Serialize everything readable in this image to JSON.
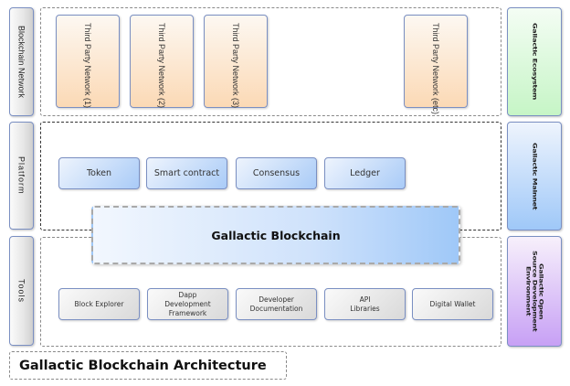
{
  "title": "Gallactic Blockchain Architecture",
  "layers": [
    {
      "label": "Blockchain Network"
    },
    {
      "label": "Platform"
    },
    {
      "label": "Tools"
    }
  ],
  "network": {
    "items": [
      {
        "label": "Third Party Network (1)"
      },
      {
        "label": "Third Party Network (2)"
      },
      {
        "label": "Third Party Network (3)"
      },
      {
        "label": "Third Party Network (etc)"
      }
    ]
  },
  "platform": {
    "items": [
      {
        "label": "Token"
      },
      {
        "label": "Smart contract"
      },
      {
        "label": "Consensus"
      },
      {
        "label": "Ledger"
      }
    ]
  },
  "core": {
    "label": "Gallactic Blockchain"
  },
  "tools": {
    "items": [
      {
        "label": "Block Explorer"
      },
      {
        "label": "Dapp\nDevelopment\nFramework"
      },
      {
        "label": "Developer\nDocumentation"
      },
      {
        "label": "API\nLibraries"
      },
      {
        "label": "Digital Wallet"
      }
    ]
  },
  "right_labels": [
    {
      "label": "Gallactic Ecosystem",
      "color_top": "#f4fdf4",
      "color_bottom": "#c6f5c6"
    },
    {
      "label": "Gallactic Mainnet",
      "color_top": "#eef4fd",
      "color_bottom": "#9fc8f8"
    },
    {
      "label": "Gallactic Open Source Development Environment",
      "color_top": "#f7f0fb",
      "color_bottom": "#c7a0f5"
    }
  ]
}
